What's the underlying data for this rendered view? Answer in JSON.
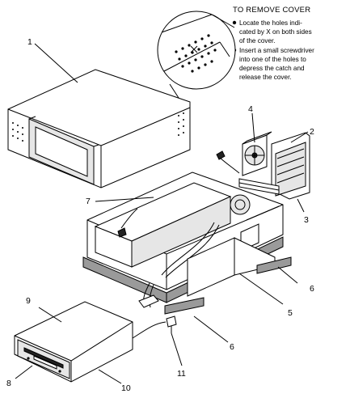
{
  "instructions": {
    "title": "TO REMOVE  COVER",
    "bullets": [
      [
        "Locate  the holes indi-",
        "cated by X on both sides",
        "of the cover."
      ],
      [
        "Insert a small screwdriver",
        "into one of the holes to",
        "depress  the catch and",
        "release  the cover."
      ]
    ]
  },
  "callouts": [
    "1",
    "2",
    "3",
    "4",
    "5",
    "6",
    "6",
    "7",
    "8",
    "9",
    "10",
    "11"
  ],
  "colors": {
    "line": "#000000",
    "shade": "#e6e6e6",
    "dark": "#9a9a9a"
  }
}
